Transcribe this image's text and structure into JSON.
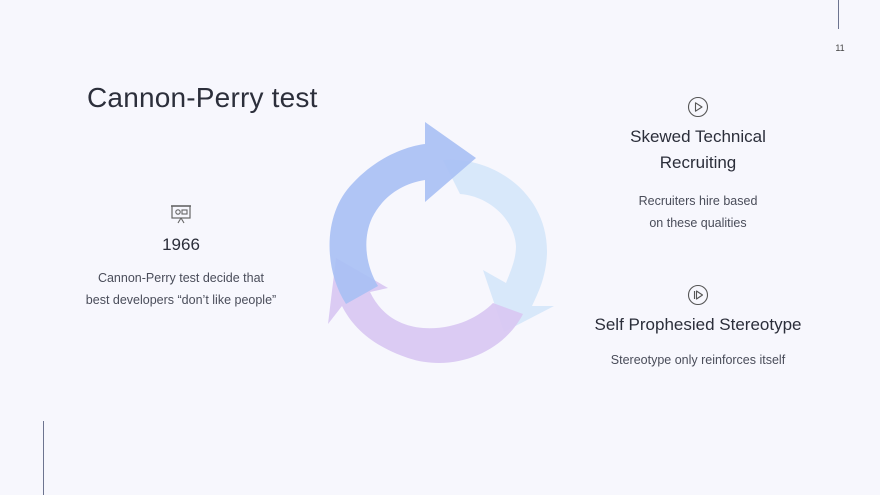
{
  "page_number": "11",
  "title": "Cannon-Perry test",
  "left_item": {
    "icon": "presentation-board-icon",
    "heading": "1966",
    "body_line1": "Cannon-Perry test decide that",
    "body_line2": "best developers “don’t like people”"
  },
  "right_items": [
    {
      "icon": "play-circle-icon",
      "heading_line1": "Skewed Technical",
      "heading_line2": "Recruiting",
      "body_line1": "Recruiters hire based",
      "body_line2": "on these qualities"
    },
    {
      "icon": "next-track-circle-icon",
      "heading_line1": "Self Prophesied Stereotype",
      "body_line1": "Stereotype only reinforces itself"
    }
  ],
  "colors": {
    "background": "#f7f7fd",
    "arrow_blue": "#a9c0f4",
    "arrow_light_blue": "#d6e7fa",
    "arrow_lavender": "#d9c8f2",
    "rule": "#6d7490"
  }
}
